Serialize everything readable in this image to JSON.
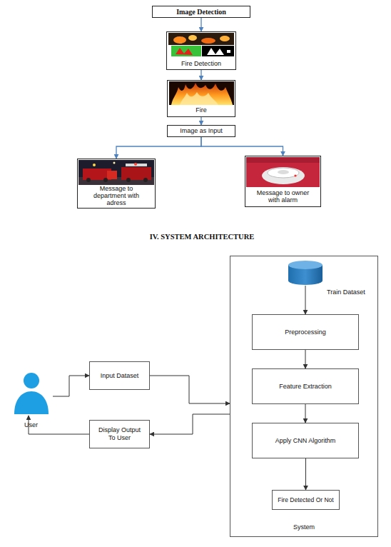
{
  "diagram": {
    "nodes": [
      {
        "text": [
          "Image Detection"
        ]
      },
      {
        "text": [
          "Fire Detection"
        ]
      },
      {
        "text": [
          "Fire"
        ]
      },
      {
        "text": [
          "Image as Input"
        ]
      },
      {
        "text": [
          "Message to department with adress"
        ]
      },
      {
        "text": [
          "Message to owner with alarm"
        ]
      },
      {
        "text": [
          "User"
        ]
      },
      {
        "text": [
          "Input Dataset"
        ]
      },
      {
        "text": [
          "Display Output To User"
        ]
      },
      {
        "text": [
          "System"
        ]
      },
      {
        "text": [
          "Train Dataset"
        ],
        "in": 9
      },
      {
        "text": [
          "Preprocessing"
        ],
        "in": 9
      },
      {
        "text": [
          "Feature Extraction"
        ],
        "in": 9
      },
      {
        "text": [
          "Apply CNN Algorithm"
        ],
        "in": 9
      },
      {
        "text": [
          "Fire Detected Or Not"
        ],
        "in": 9
      }
    ],
    "edges": [
      {
        "from": 0,
        "to": 1,
        "arrow": "to"
      },
      {
        "from": 1,
        "to": 2,
        "arrow": "to"
      },
      {
        "from": 2,
        "to": 3,
        "arrow": "to"
      },
      {
        "from": 3,
        "to": 4,
        "arrow": "to"
      },
      {
        "from": 3,
        "to": 5,
        "arrow": "to"
      },
      {
        "from": 6,
        "to": 7,
        "arrow": "to"
      },
      {
        "from": 7,
        "to": 9,
        "arrow": "to"
      },
      {
        "from": 9,
        "to": 8,
        "arrow": "to"
      },
      {
        "from": 8,
        "to": 6,
        "arrow": "to"
      },
      {
        "from": 10,
        "to": 11,
        "arrow": "to"
      },
      {
        "from": 11,
        "to": 12,
        "arrow": "to"
      },
      {
        "from": 12,
        "to": 13,
        "arrow": "to"
      },
      {
        "from": 13,
        "to": 14,
        "arrow": "to"
      }
    ],
    "labels": [
      "IV. SYSTEM ARCHITECTURE"
    ]
  }
}
